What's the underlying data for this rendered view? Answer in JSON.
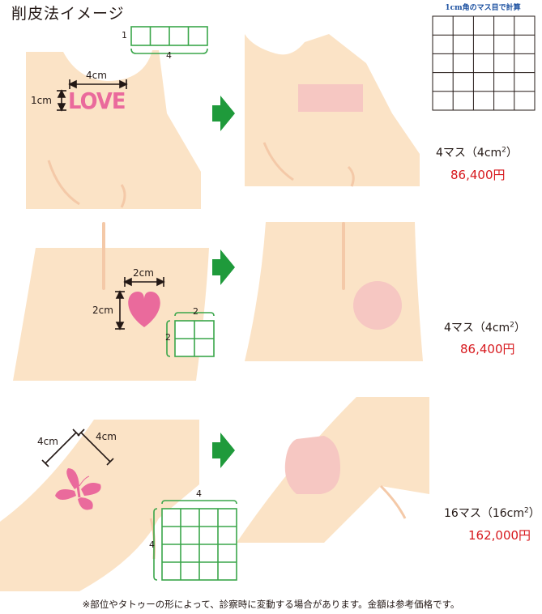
{
  "page": {
    "title": "削皮法イメージ",
    "legend_title": "1cm角のマス目で計算",
    "footnote": "※部位やタトゥーの形によって、診察時に変動する場合があります。金額は参考価格です。"
  },
  "colors": {
    "skin": "#fbe3c6",
    "skin_shadow": "#f4c9a8",
    "tattoo_pink": "#ea6a9c",
    "scar_pink": "#f6c7c2",
    "grid_green": "#3aa64a",
    "arrow_green": "#1f9a3b",
    "price_red": "#d7191e"
  },
  "examples": [
    {
      "id": "shoulder",
      "tattoo_text": "LOVE",
      "width_label": "4cm",
      "height_label": "1cm",
      "grid_cols": 4,
      "grid_rows": 1,
      "grid_width_label": "4",
      "grid_height_label": "1",
      "squares_main": "4マス（4cm",
      "squares_sup": "2",
      "squares_end": "）",
      "price": "86,400円"
    },
    {
      "id": "abdomen",
      "tattoo_shape": "heart-icon",
      "width_label": "2cm",
      "height_label": "2cm",
      "grid_cols": 2,
      "grid_rows": 2,
      "grid_width_label": "2",
      "grid_height_label": "2",
      "squares_main": "4マス（4cm",
      "squares_sup": "2",
      "squares_end": "）",
      "price": "86,400円"
    },
    {
      "id": "arm",
      "tattoo_shape": "butterfly-icon",
      "width_label": "4cm",
      "height_label": "4cm",
      "grid_cols": 4,
      "grid_rows": 4,
      "grid_width_label": "4",
      "grid_height_label": "4",
      "squares_main": "16マス（16cm",
      "squares_sup": "2",
      "squares_end": "）",
      "price": "162,000円"
    }
  ],
  "legend_grid": {
    "cols": 5,
    "rows": 5
  }
}
